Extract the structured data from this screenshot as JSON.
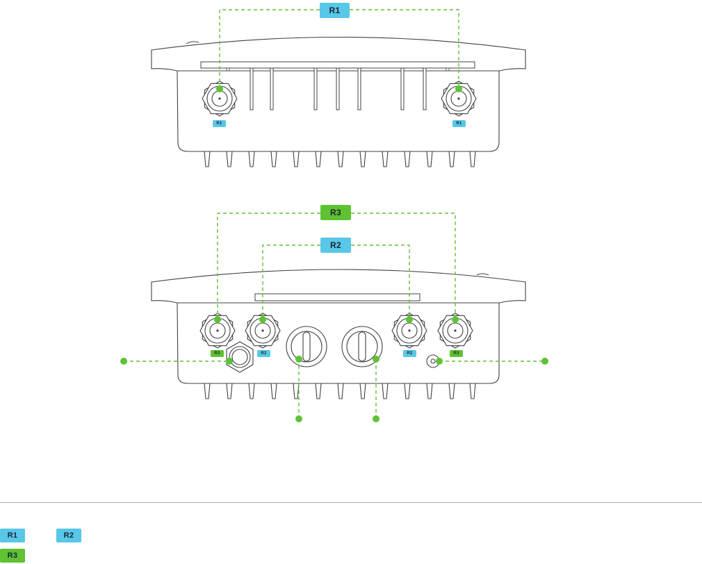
{
  "colors": {
    "blue": "#58c7e8",
    "green": "#5ec233",
    "outline": "#3d4046"
  },
  "top_view": {
    "callout_label": "R1",
    "port_labels": [
      "R1",
      "R1"
    ]
  },
  "bottom_view": {
    "callout_outer_label": "R3",
    "callout_inner_label": "R2",
    "port_labels": [
      "R3",
      "R2",
      "R2",
      "R3"
    ]
  },
  "legend": {
    "items": [
      "R1",
      "R2",
      "R3"
    ]
  }
}
